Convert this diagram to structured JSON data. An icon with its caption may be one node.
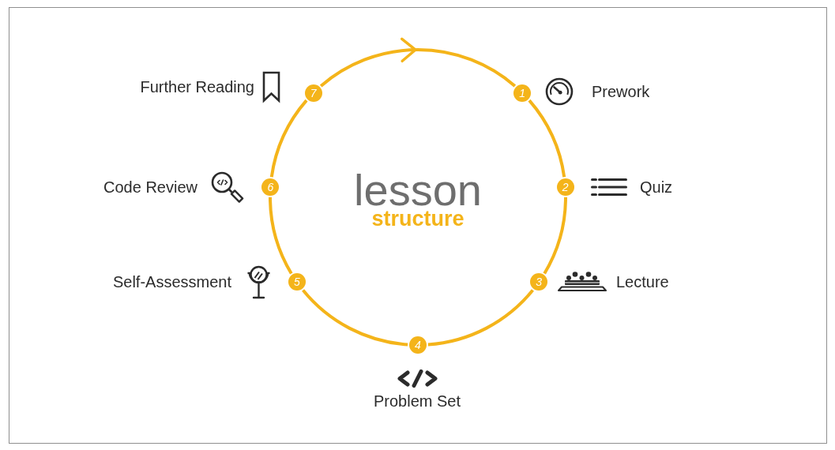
{
  "diagram": {
    "nodes": [
      {
        "text": [
          "1"
        ]
      },
      {
        "text": [
          "2"
        ]
      },
      {
        "text": [
          "3"
        ]
      },
      {
        "text": [
          "4"
        ]
      },
      {
        "text": [
          "5"
        ]
      },
      {
        "text": [
          "6"
        ]
      },
      {
        "text": [
          "7"
        ]
      }
    ],
    "edges": [
      {
        "from": 0,
        "to": 1,
        "arrow": "none"
      },
      {
        "from": 1,
        "to": 2,
        "arrow": "none"
      },
      {
        "from": 2,
        "to": 3,
        "arrow": "none"
      },
      {
        "from": 3,
        "to": 4,
        "arrow": "none"
      },
      {
        "from": 4,
        "to": 5,
        "arrow": "none"
      },
      {
        "from": 5,
        "to": 6,
        "arrow": "none"
      },
      {
        "from": 6,
        "to": 0,
        "arrow": "to"
      }
    ],
    "labels": [
      "Further Reading",
      "Prework",
      "Code Review",
      "Quiz",
      "lesson",
      "structure",
      "Self-Assessment",
      "Lecture",
      "Problem Set"
    ]
  }
}
